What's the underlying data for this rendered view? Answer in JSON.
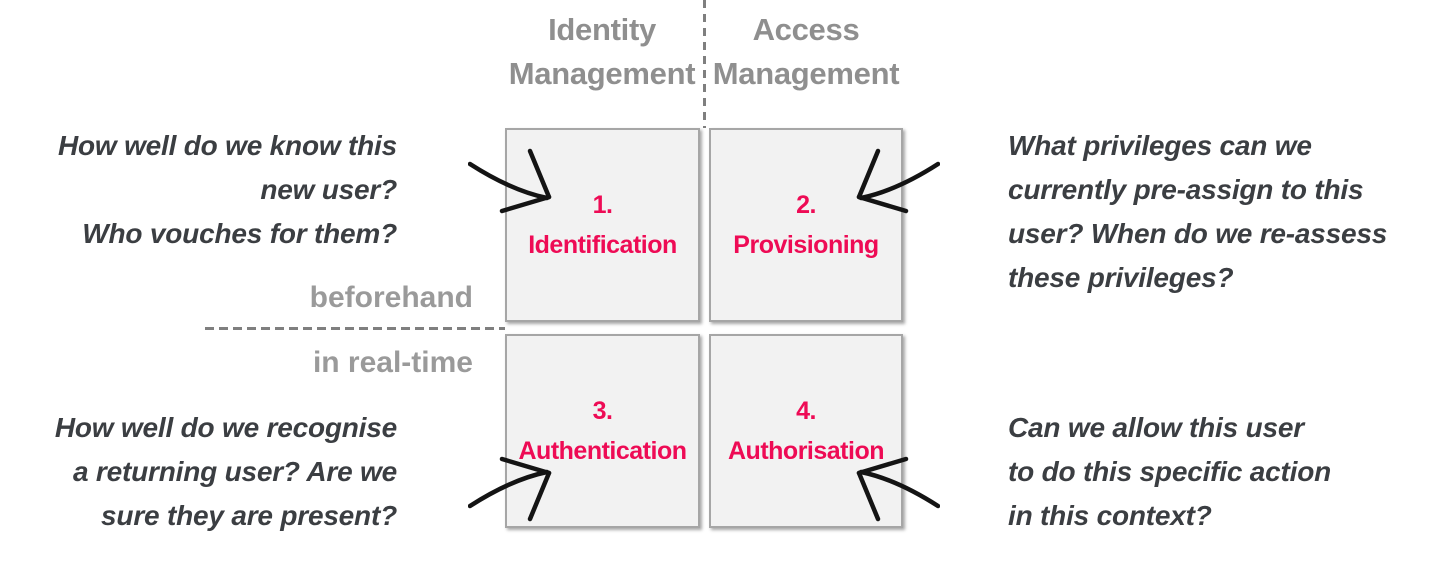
{
  "colors": {
    "accent": "#ee0b55",
    "header_gray": "#8f8f8f",
    "label_gray": "#9a9a9a",
    "annotation_gray": "#3b3e42",
    "box_fill": "#f2f2f2",
    "box_border": "#a6a6a6",
    "dash_gray": "#7f7f7f",
    "arrow_black": "#141414"
  },
  "columns": [
    {
      "line1": "Identity",
      "line2": "Management"
    },
    {
      "line1": "Access",
      "line2": "Management"
    }
  ],
  "row_labels": {
    "top": "beforehand",
    "bottom": "in real-time"
  },
  "quadrants": [
    {
      "number": "1.",
      "label": "Identification"
    },
    {
      "number": "2.",
      "label": "Provisioning"
    },
    {
      "number": "3.",
      "label": "Authentication"
    },
    {
      "number": "4.",
      "label": "Authorisation"
    }
  ],
  "annotations": {
    "top_left": [
      "How well do we know this",
      "new user?",
      "Who vouches for them?"
    ],
    "top_right": [
      "What privileges can we",
      "currently pre-assign to this",
      "user? When do we re-assess",
      "these privileges?"
    ],
    "bottom_left": [
      "How well do we recognise",
      "a returning user? Are we",
      "sure they are present?"
    ],
    "bottom_right": [
      "Can we allow this user",
      "to do this specific action",
      "in this context?"
    ]
  },
  "icons": {
    "arrow_q1": "curved-arrow-pointing-into-identification",
    "arrow_q2": "curved-arrow-pointing-into-provisioning",
    "arrow_q3": "curved-arrow-pointing-into-authentication",
    "arrow_q4": "curved-arrow-pointing-into-authorisation"
  }
}
